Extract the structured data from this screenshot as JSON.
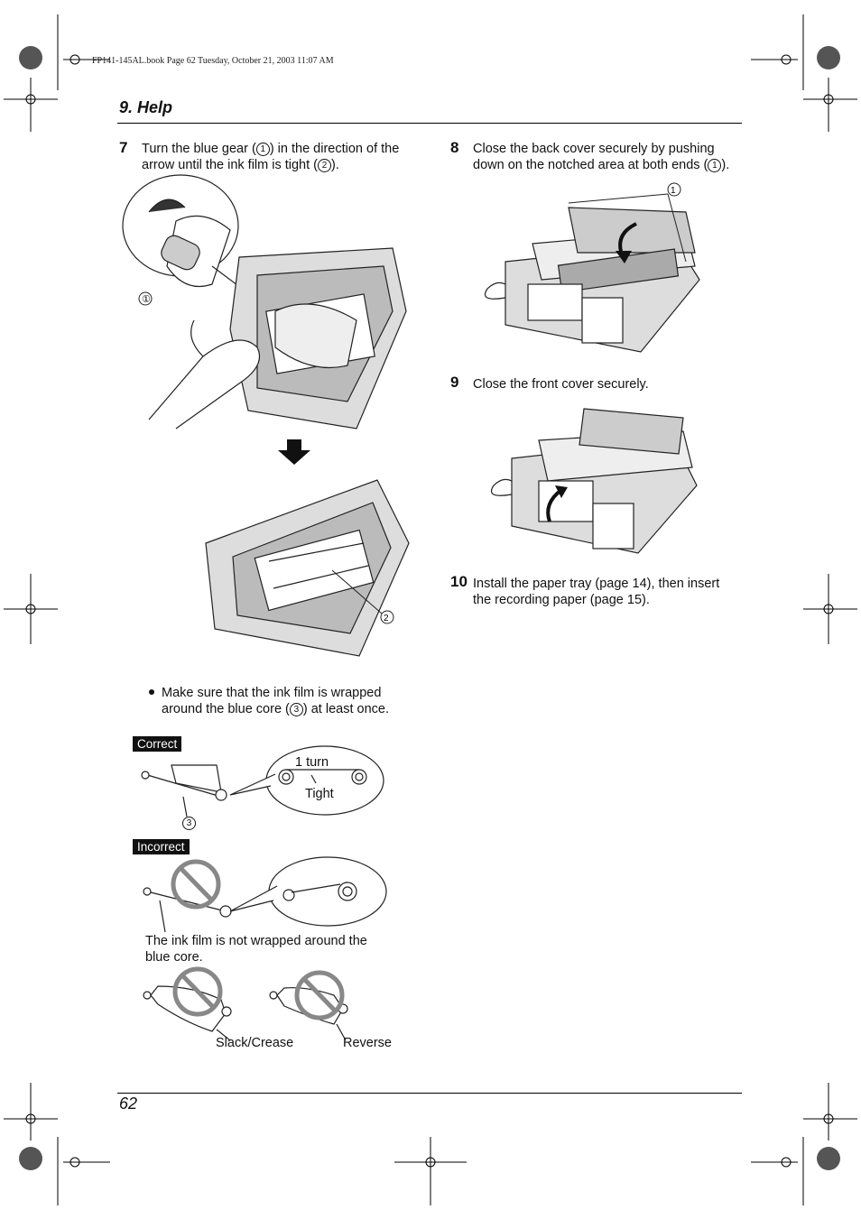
{
  "header_info": "FP141-145AL.book  Page 62  Tuesday, October 21, 2003  11:07 AM",
  "section_title": "9. Help",
  "step7": {
    "num": "7",
    "line1_a": "Turn the blue gear (",
    "line1_c": ") in the direction of the",
    "line2_a": "arrow until the ink film is tight (",
    "line2_c": ").",
    "callout1": "1",
    "callout2": "2"
  },
  "bullet_note": {
    "line1": "Make sure that the ink film is wrapped",
    "line2_a": "around the blue core (",
    "line2_c": ") at least once.",
    "callout3": "3"
  },
  "correct": {
    "label": "Correct",
    "turn_label": "1 turn",
    "tight_label": "Tight",
    "core_callout": "3"
  },
  "incorrect": {
    "label": "Incorrect",
    "note_line1": "The ink film is not wrapped around the",
    "note_line2": "blue core.",
    "slack_label": "Slack/Crease",
    "reverse_label": "Reverse"
  },
  "step8": {
    "num": "8",
    "line1": "Close the back cover securely by pushing",
    "line2_a": "down on the notched area at both ends (",
    "line2_c": ").",
    "callout1": "1"
  },
  "step9": {
    "num": "9",
    "text": "Close the front cover securely."
  },
  "step10": {
    "num": "10",
    "line1": "Install the paper tray (page 14), then insert",
    "line2": "the recording paper (page 15)."
  },
  "page_number": "62"
}
